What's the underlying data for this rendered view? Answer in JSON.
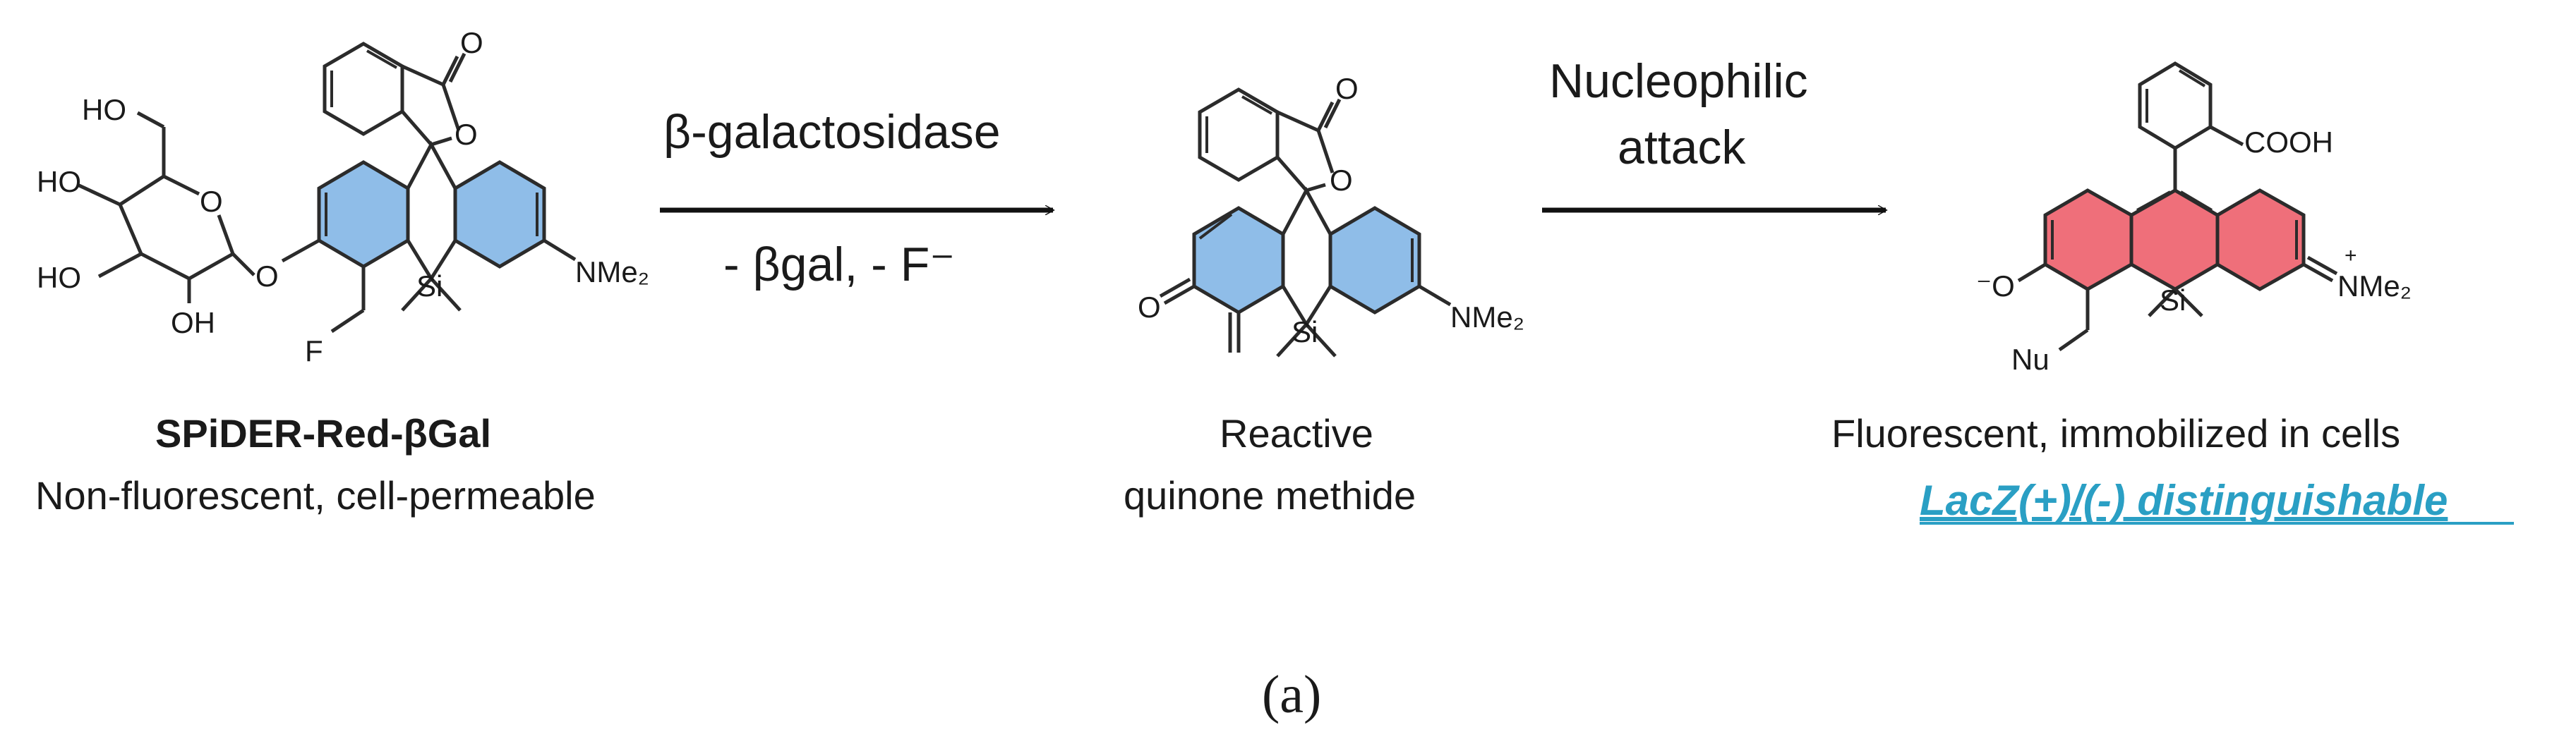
{
  "step1": {
    "label_top": "β-galactosidase",
    "label_bottom": "- βgal, - F⁻"
  },
  "step2": {
    "label_line1": "Nucleophilic",
    "label_line2": "attack"
  },
  "molecule1": {
    "name": "SPiDER-Red-βGal",
    "description": "Non-fluorescent, cell-permeable",
    "atoms": {
      "ho1": "HO",
      "ho2": "HO",
      "ho3": "HO",
      "oh": "OH",
      "f": "F",
      "o_link": "O",
      "o_ring": "O",
      "o_lactone": "O",
      "o_carbonyl": "O",
      "si": "Si",
      "nme2": "NMe₂"
    },
    "highlight_color": "#8fbde8"
  },
  "molecule2": {
    "name_line1": "Reactive",
    "name_line2": "quinone methide",
    "atoms": {
      "o_keto": "O",
      "o_lactone": "O",
      "o_carbonyl": "O",
      "si": "Si",
      "nme2": "NMe₂"
    },
    "highlight_color": "#8fbde8"
  },
  "molecule3": {
    "description": "Fluorescent, immobilized in cells",
    "note": "LacZ(+)/(-) distinguishable",
    "atoms": {
      "cooh": "COOH",
      "o_minus": "⁻O",
      "nu": "Nu",
      "si": "Si",
      "nme2": "NMe₂",
      "plus": "+"
    },
    "highlight_color": "#ef6f7a",
    "note_color": "#2a9fc4"
  },
  "panel_label": "(a)"
}
